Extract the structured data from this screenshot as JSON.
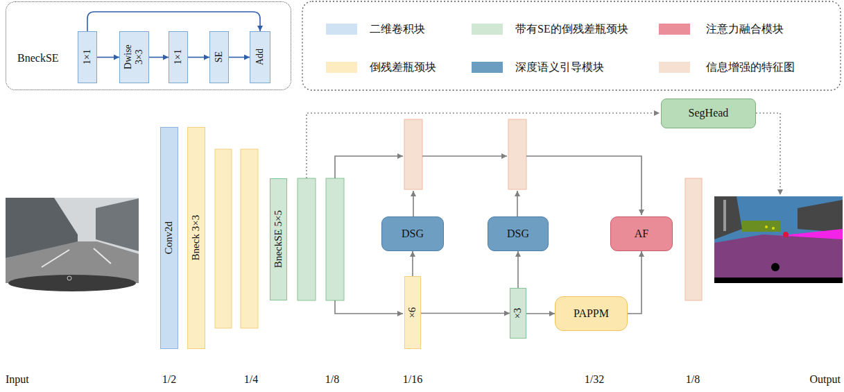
{
  "diagram": {
    "nodes": [
      {
        "text": [
          "BneckSE"
        ]
      },
      {
        "text": [
          "1×1"
        ],
        "in": 0
      },
      {
        "text": [
          "Dwise 3×3"
        ],
        "in": 0
      },
      {
        "text": [
          "1×1"
        ],
        "in": 0
      },
      {
        "text": [
          "SE"
        ],
        "in": 0
      },
      {
        "text": [
          "Add"
        ],
        "in": 0
      },
      {
        "text": [
          "Conv2d"
        ]
      },
      {
        "text": [
          "Bneck 3×3"
        ]
      },
      {
        "text": [
          "BneckSE 5×5"
        ]
      },
      {
        "text": [
          "SegHead"
        ]
      },
      {
        "text": [
          "DSG"
        ]
      },
      {
        "text": [
          "DSG"
        ]
      },
      {
        "text": [
          "AF"
        ]
      },
      {
        "text": [
          "×6"
        ]
      },
      {
        "text": [
          "×3"
        ]
      },
      {
        "text": [
          "PAPPM"
        ]
      }
    ],
    "edges": [
      {
        "from": 1,
        "to": 2,
        "arrow": "to"
      },
      {
        "from": 2,
        "to": 3,
        "arrow": "to"
      },
      {
        "from": 3,
        "to": 4,
        "arrow": "to"
      },
      {
        "from": 4,
        "to": 5,
        "arrow": "to"
      },
      {
        "from": 1,
        "to": 5,
        "arrow": "to"
      },
      {
        "from": 13,
        "to": 10,
        "arrow": "to"
      },
      {
        "from": 13,
        "to": 14,
        "arrow": "to"
      },
      {
        "from": 14,
        "to": 11,
        "arrow": "to"
      },
      {
        "from": 14,
        "to": 15,
        "arrow": "to"
      },
      {
        "from": 15,
        "to": 12,
        "arrow": "to"
      }
    ],
    "labels": [
      "Input",
      "1/2",
      "1/4",
      "1/8",
      "1/16",
      "1/32",
      "1/8",
      "Output"
    ],
    "legend": [
      {
        "text": "二维卷积块",
        "color": "#cfe2f3"
      },
      {
        "text": "带有SE的倒残差瓶颈块",
        "color": "#d0e7d4"
      },
      {
        "text": "注意力融合模块",
        "color": "#ea8e99"
      },
      {
        "text": "倒残差瓶颈块",
        "color": "#fdecc0"
      },
      {
        "text": "深度语义引导模块",
        "color": "#6b9dc0"
      },
      {
        "text": "信息增强的特征图",
        "color": "#f5e0d2"
      }
    ]
  }
}
